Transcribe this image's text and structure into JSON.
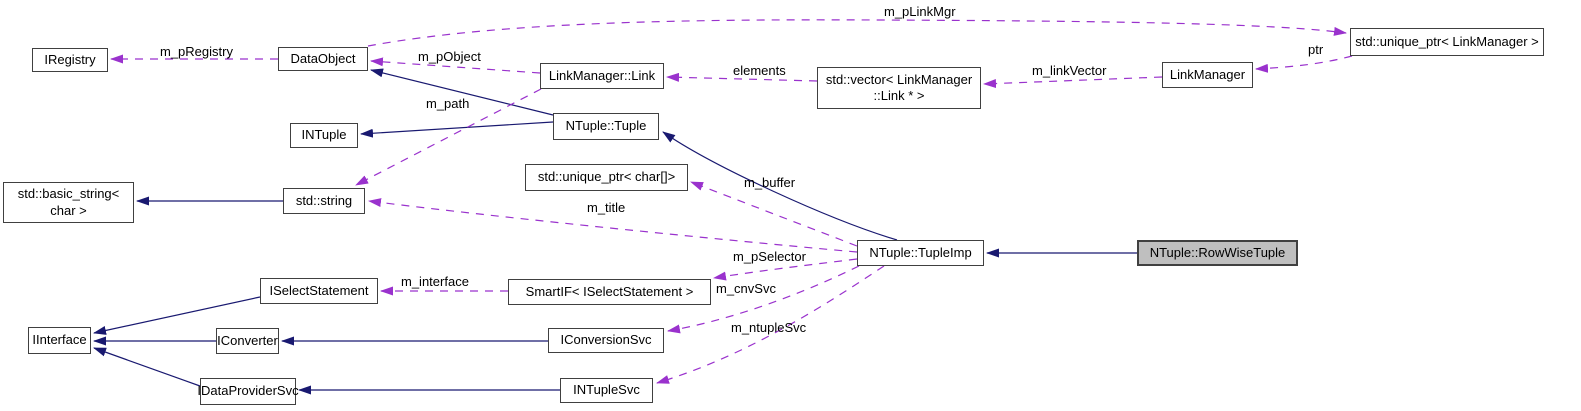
{
  "diagram": {
    "type": "doxygen-collaboration-graph",
    "focus_node": "NTuple::RowWiseTuple"
  },
  "colors": {
    "inheritance_edge": "#191970",
    "usage_edge": "#9a32cd",
    "selected_node_fill": "#bfbfbf",
    "node_fill": "#ffffff",
    "node_border": "#404040",
    "background": "#ffffff"
  },
  "nodes": {
    "iregistry": "IRegistry",
    "dataobject": "DataObject",
    "linkmanager_link": "LinkManager::Link",
    "vector_l1": "std::vector< LinkManager",
    "vector_l2": "::Link * >",
    "linkmanager": "LinkManager",
    "unique_ptr_linkmanager": "std::unique_ptr< LinkManager >",
    "intuple": "INTuple",
    "tuple": "NTuple::Tuple",
    "basic_string_l1": "std::basic_string<",
    "basic_string_l2": "char >",
    "stdstring": "std::string",
    "unique_ptr_char": "std::unique_ptr< char[]>",
    "tupleimp": "NTuple::TupleImp",
    "rowwisetuple": "NTuple::RowWiseTuple",
    "iselectstatement": "ISelectStatement",
    "smartif": "SmartIF< ISelectStatement >",
    "iinterface": "IInterface",
    "iconverter": "IConverter",
    "iconversionsvc": "IConversionSvc",
    "idataprovidersvc": "IDataProviderSvc",
    "intuplesvc": "INTupleSvc"
  },
  "edge_labels": {
    "m_pLinkMgr": "m_pLinkMgr",
    "m_pRegistry": "m_pRegistry",
    "m_pObject": "m_pObject",
    "elements": "elements",
    "m_linkVector": "m_linkVector",
    "ptr": "ptr",
    "m_path": "m_path",
    "m_buffer": "m_buffer",
    "m_title": "m_title",
    "m_pSelector": "m_pSelector",
    "m_interface": "m_interface",
    "m_cnvSvc": "m_cnvSvc",
    "m_ntupleSvc": "m_ntupleSvc"
  }
}
